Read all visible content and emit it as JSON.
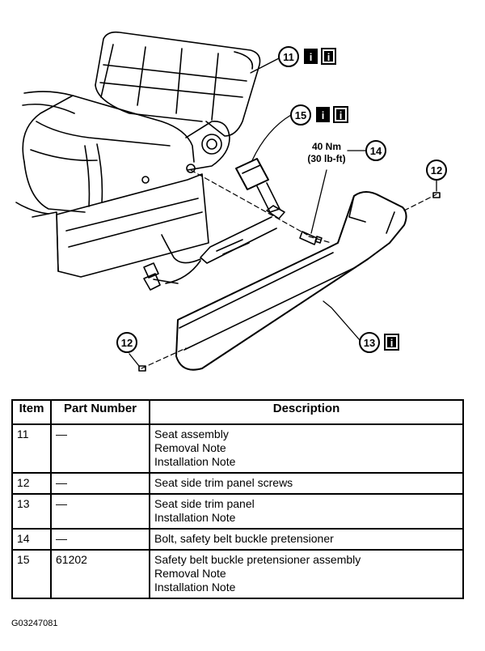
{
  "diagram": {
    "callouts": [
      {
        "number": "11",
        "info_icons": 2
      },
      {
        "number": "15",
        "info_icons": 2
      },
      {
        "number": "14",
        "info_icons": 0
      },
      {
        "number": "12",
        "info_icons": 0
      },
      {
        "number": "13",
        "info_icons": 1
      },
      {
        "number": "12",
        "info_icons": 0
      }
    ],
    "torque_line1": "40 Nm",
    "torque_line2": "(30 lb-ft)",
    "info_icon_glyph": "i"
  },
  "table": {
    "headers": {
      "item": "Item",
      "part_number": "Part Number",
      "description": "Description"
    },
    "rows": [
      {
        "item": "11",
        "part_number": "—",
        "description": [
          "Seat assembly",
          "Removal Note",
          "Installation Note"
        ]
      },
      {
        "item": "12",
        "part_number": "—",
        "description": [
          "Seat side trim panel screws"
        ]
      },
      {
        "item": "13",
        "part_number": "—",
        "description": [
          "Seat side trim panel",
          "Installation Note"
        ]
      },
      {
        "item": "14",
        "part_number": "—",
        "description": [
          "Bolt, safety belt buckle pretensioner"
        ]
      },
      {
        "item": "15",
        "part_number": "61202",
        "description": [
          "Safety belt buckle pretensioner assembly",
          "Removal Note",
          "Installation Note"
        ]
      }
    ]
  },
  "figure_code": "G03247081"
}
